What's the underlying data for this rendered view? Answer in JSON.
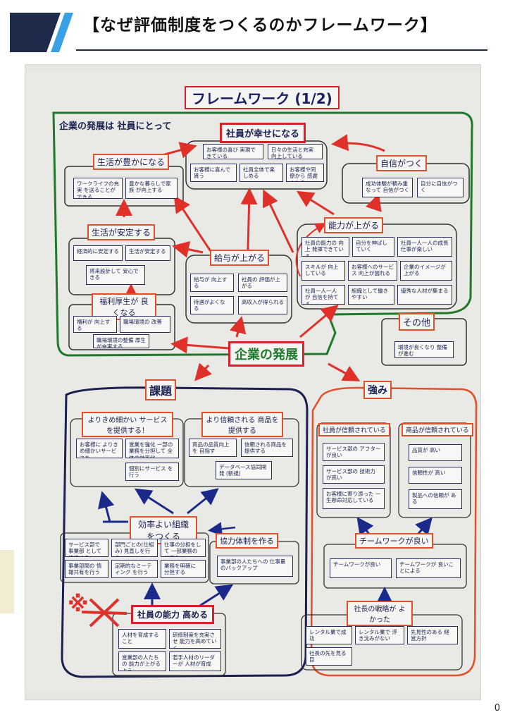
{
  "header": {
    "title": "【なぜ評価制度をつくるのかフレームワーク】",
    "accent_color": "#1e2a4a",
    "accent_highlight": "#3aa0e6"
  },
  "poster": {
    "heading": "フレームワーク (1/2)",
    "group_company": {
      "label": "企業の発展は 社員にとって",
      "happy": "社員が幸せになる",
      "happy_notes": [
        "お客様の喜び 実現できている",
        "日々の生活と充実 向上している",
        "お客様に喜んで貰う",
        "社員全体で楽しめる",
        "お客様や同僚から 感謝される"
      ],
      "rich": "生活が豊かになる",
      "rich_notes": [
        "ワークライフの充実 を送ることができる",
        "豊かな暮らしで家族 が向上する"
      ],
      "confidence": "自信がつく",
      "confidence_notes": [
        "成功体験が積み重なって 自信がつく",
        "自分に自信がつく"
      ],
      "stable": "生活が安定する",
      "stable_notes": [
        "経済的に安定する",
        "生活が安定する",
        "将来設計して 安心できる"
      ],
      "salary": "給与が上がる",
      "salary_notes": [
        "給与が 向上する",
        "社員の 評価が上がる",
        "待遇がよくなる",
        "高収入が得られる"
      ],
      "welfare": "福利厚生が 良くなる",
      "welfare_notes": [
        "福利が 向上する",
        "職場環境の 改善",
        "職場環境の整備 厚生が充実する"
      ],
      "ability": "能力が上がる",
      "ability_notes": [
        "社員の能力の 向上 発揮できている",
        "自分を伸ばしていく",
        "社員一人一人の成長 仕事が楽しい",
        "スキルが 向上している",
        "お客様へのサービス 向上が図れる",
        "企業のイメージが 上がる",
        "社員一人一人が 自信を持てる",
        "組織として働き やすい",
        "優秀な人材が集まる"
      ]
    },
    "other": {
      "label": "その他",
      "note": "環境が良くなり 整備が進む"
    },
    "center": "企業の発展",
    "issues": {
      "label": "課題",
      "detailed_service": "よりきめ細かい サービスを提供する！",
      "detailed_notes": [
        "お客様に よりきめ細かいサービスを",
        "営業を強化 一部の 業務を分担して 全体の効率化",
        "個別にサービス を行う"
      ],
      "trusted_product": "より信頼される 商品を提供する",
      "trusted_notes": [
        "商品の品質向上を 目指す",
        "信頼される商品を 提供する",
        "データベース協同開発 (新規)"
      ],
      "efficient_org": "効率よい組織 をつくる",
      "efficient_notes": [
        "サービス部で事業部 として連携する",
        "部門ごとの(仕組み) 見直しを行う",
        "仕事の分担をして 一部業務の 効率化",
        "事業部間の 情報共有を行う",
        "定期的なミーティング を行う",
        "業務を明確に 分担する"
      ],
      "cooperation": "協力体制を作る",
      "cooperation_notes": [
        "事業部の人たちへの 仕事量のバックアップ"
      ],
      "employee_ability": "社員の能力 高める",
      "employee_notes": [
        "人材を育成すること",
        "研修制度を充実させ 能力を高めていく",
        "営業部の人たちの 能力が上がるよう",
        "若手人材のリーダーが 人材が育成"
      ],
      "star": "※"
    },
    "strengths": {
      "label": "強み",
      "trusted_staff": "社員が信頼されている",
      "staff_notes": [
        "サービス部の アフター が良い",
        "サービス部の 技術力 が高い",
        "お客様に寄り添った 一生懸命対応している"
      ],
      "trusted_goods": "商品が信頼されている",
      "goods_notes": [
        "品質が 高い",
        "信頼性が 高い",
        "製品への信頼が ある"
      ],
      "teamwork": "チームワークが良い",
      "teamwork_notes": [
        "チームワークが良い",
        "チームワークが 良いことによる"
      ],
      "strategy": "社長の戦略が よかった",
      "strategy_notes": [
        "レンタル業で成功",
        "レンタル業で 浮き沈みがない",
        "先見性のある 経営方針",
        "社長の先を見る 目"
      ]
    }
  },
  "page_number": "0"
}
